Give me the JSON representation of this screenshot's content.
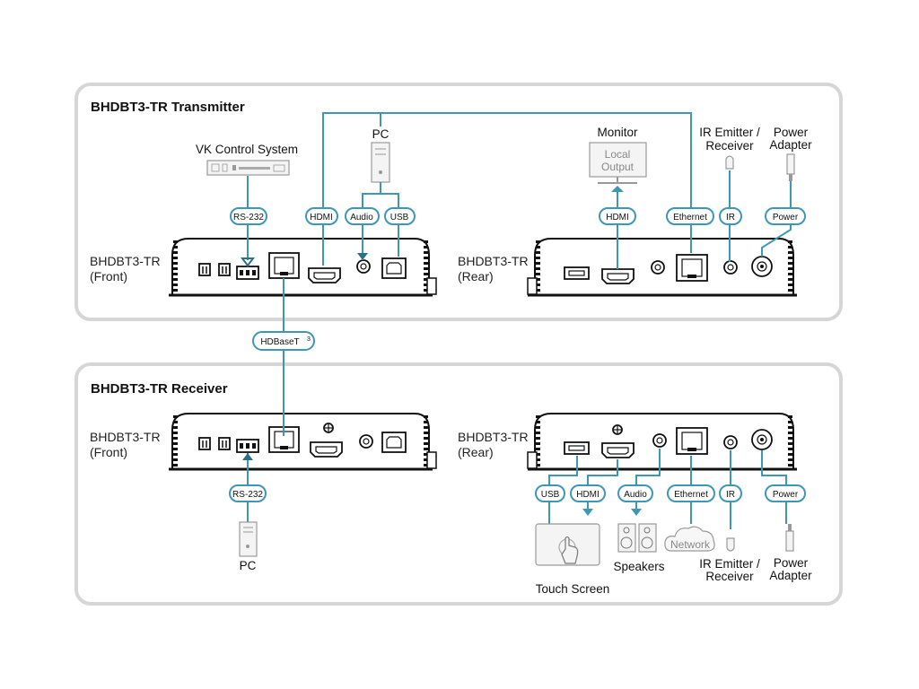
{
  "colors": {
    "accent": "#3d97b6",
    "panel_border": "#d6d6d6",
    "device": "#111111"
  },
  "transmitter": {
    "title": "BHDBT3-TR Transmitter",
    "front_label_1": "BHDBT3-TR",
    "front_label_2": "(Front)",
    "rear_label_1": "BHDBT3-TR",
    "rear_label_2": "(Rear)",
    "vk_control": "VK Control System",
    "pc": "PC",
    "monitor": "Monitor",
    "local_output_1": "Local",
    "local_output_2": "Output",
    "ir_emitter_1": "IR Emitter /",
    "ir_emitter_2": "Receiver",
    "power_adapter_1": "Power",
    "power_adapter_2": "Adapter",
    "badges": {
      "rs232": "RS-232",
      "hdmi": "HDMI",
      "audio": "Audio",
      "usb": "USB",
      "hdmi_out": "HDMI",
      "ethernet": "Ethernet",
      "ir": "IR",
      "power": "Power"
    }
  },
  "link": {
    "hdbaset": "HDBaseT",
    "hdbaset_sup": "3"
  },
  "receiver": {
    "title": "BHDBT3-TR Receiver",
    "front_label_1": "BHDBT3-TR",
    "front_label_2": "(Front)",
    "rear_label_1": "BHDBT3-TR",
    "rear_label_2": "(Rear)",
    "pc": "PC",
    "touch_screen": "Touch Screen",
    "speakers": "Speakers",
    "network": "Network",
    "ir_emitter_1": "IR Emitter /",
    "ir_emitter_2": "Receiver",
    "power_adapter_1": "Power",
    "power_adapter_2": "Adapter",
    "badges": {
      "rs232": "RS-232",
      "usb": "USB",
      "hdmi": "HDMI",
      "audio": "Audio",
      "ethernet": "Ethernet",
      "ir": "IR",
      "power": "Power"
    }
  }
}
